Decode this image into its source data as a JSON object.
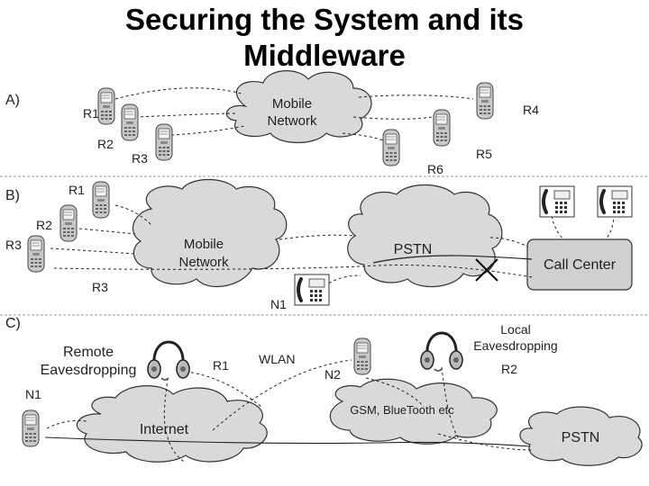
{
  "title": {
    "line1": "Securing the System and its",
    "line2": "Middleware"
  },
  "panel_a": {
    "label": "A)",
    "cloud": {
      "line1": "Mobile",
      "line2": "Network"
    },
    "phones": [
      "R1",
      "R2",
      "R3",
      "R4",
      "R5",
      "R6"
    ]
  },
  "panel_b": {
    "label": "B)",
    "mobile_cloud": {
      "line1": "Mobile",
      "line2": "Network"
    },
    "pstn_cloud": "PSTN",
    "call_center": "Call Center",
    "nodes": {
      "r1": "R1",
      "r2": "R2",
      "r3": "R3",
      "r3b": "R3",
      "n1": "N1"
    }
  },
  "panel_c": {
    "label": "C)",
    "remote": {
      "line1": "Remote",
      "line2": "Eavesdropping"
    },
    "local": {
      "line1": "Local",
      "line2": "Eavesdropping"
    },
    "r1": "R1",
    "wlan": "WLAN",
    "n2": "N2",
    "r2": "R2",
    "n1": "N1",
    "internet": "Internet",
    "gsm": "GSM, BlueTooth etc",
    "pstn": "PSTN"
  },
  "colors": {
    "cloud_fill": "#d9d9d9",
    "cloud_stroke": "#333333",
    "box_fill": "#d0d0d0",
    "divider": "#999999"
  }
}
